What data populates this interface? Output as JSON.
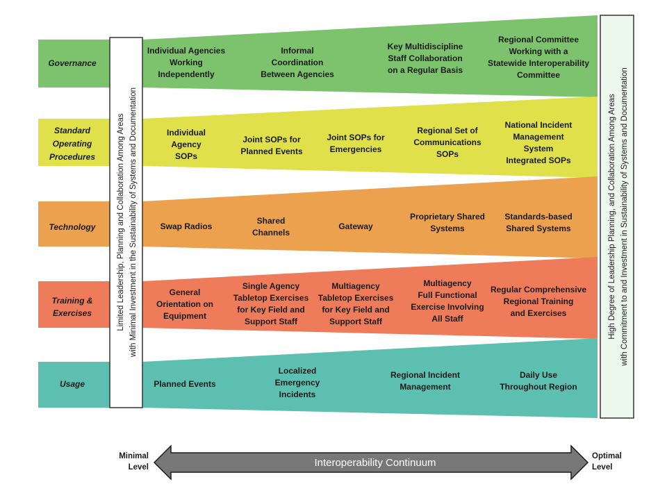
{
  "left_panel": {
    "line1": "Limited Leadership, Planning and Collaboration Among Areas",
    "line2": "with Minimal Investment in the Sustainability of Systems and Documentation"
  },
  "right_panel": {
    "line1": "High Degree of Leadership Planning, and Collaboration Among Areas",
    "line2": "with Commitment to and Investment in Sustainability of Systems and Documentation"
  },
  "lanes": [
    {
      "label": [
        "Governance"
      ],
      "color": "#7dc36d",
      "items": [
        [
          "Individual Agencies",
          "Working",
          "Independently"
        ],
        [
          "Informal",
          "Coordination",
          "Between Agencies"
        ],
        [
          "Key Multidiscipline",
          "Staff Collaboration",
          "on a Regular Basis"
        ],
        [
          "Regional Committee",
          "Working with a",
          "Statewide Interoperability",
          "Committee"
        ]
      ]
    },
    {
      "label": [
        "Standard",
        "Operating",
        "Procedures"
      ],
      "color": "#dfe04a",
      "items": [
        [
          "Individual",
          "Agency",
          "SOPs"
        ],
        [
          "Joint SOPs for",
          "Planned Events"
        ],
        [
          "Joint SOPs for",
          "Emergencies"
        ],
        [
          "Regional Set of",
          "Communications",
          "SOPs"
        ],
        [
          "National Incident",
          "Management",
          "System",
          "Integrated SOPs"
        ]
      ]
    },
    {
      "label": [
        "Technology"
      ],
      "color": "#eba14e",
      "items": [
        [
          "Swap Radios"
        ],
        [
          "Shared",
          "Channels"
        ],
        [
          "Gateway"
        ],
        [
          "Proprietary Shared",
          "Systems"
        ],
        [
          "Standards-based",
          "Shared Systems"
        ]
      ]
    },
    {
      "label": [
        "Training &",
        "Exercises"
      ],
      "color": "#ee7b5a",
      "items": [
        [
          "General",
          "Orientation on",
          "Equipment"
        ],
        [
          "Single Agency",
          "Tabletop Exercises",
          "for Key Field and",
          "Support Staff"
        ],
        [
          "Multiagency",
          "Tabletop Exercises",
          "for Key Field and",
          "Support Staff"
        ],
        [
          "Multiagency",
          "Full Functional",
          "Exercise Involving",
          "All Staff"
        ],
        [
          "Regular Comprehensive",
          "Regional Training",
          "and Exercises"
        ]
      ]
    },
    {
      "label": [
        "Usage"
      ],
      "color": "#5dbfb0",
      "items": [
        [
          "Planned Events"
        ],
        [
          "Localized",
          "Emergency",
          "Incidents"
        ],
        [
          "Regional Incident",
          "Management"
        ],
        [
          "Daily Use",
          "Throughout Region"
        ]
      ]
    }
  ],
  "continuum": {
    "label": "Interoperability Continuum",
    "left_end": [
      "Minimal",
      "Level"
    ],
    "right_end": [
      "Optimal",
      "Level"
    ]
  }
}
